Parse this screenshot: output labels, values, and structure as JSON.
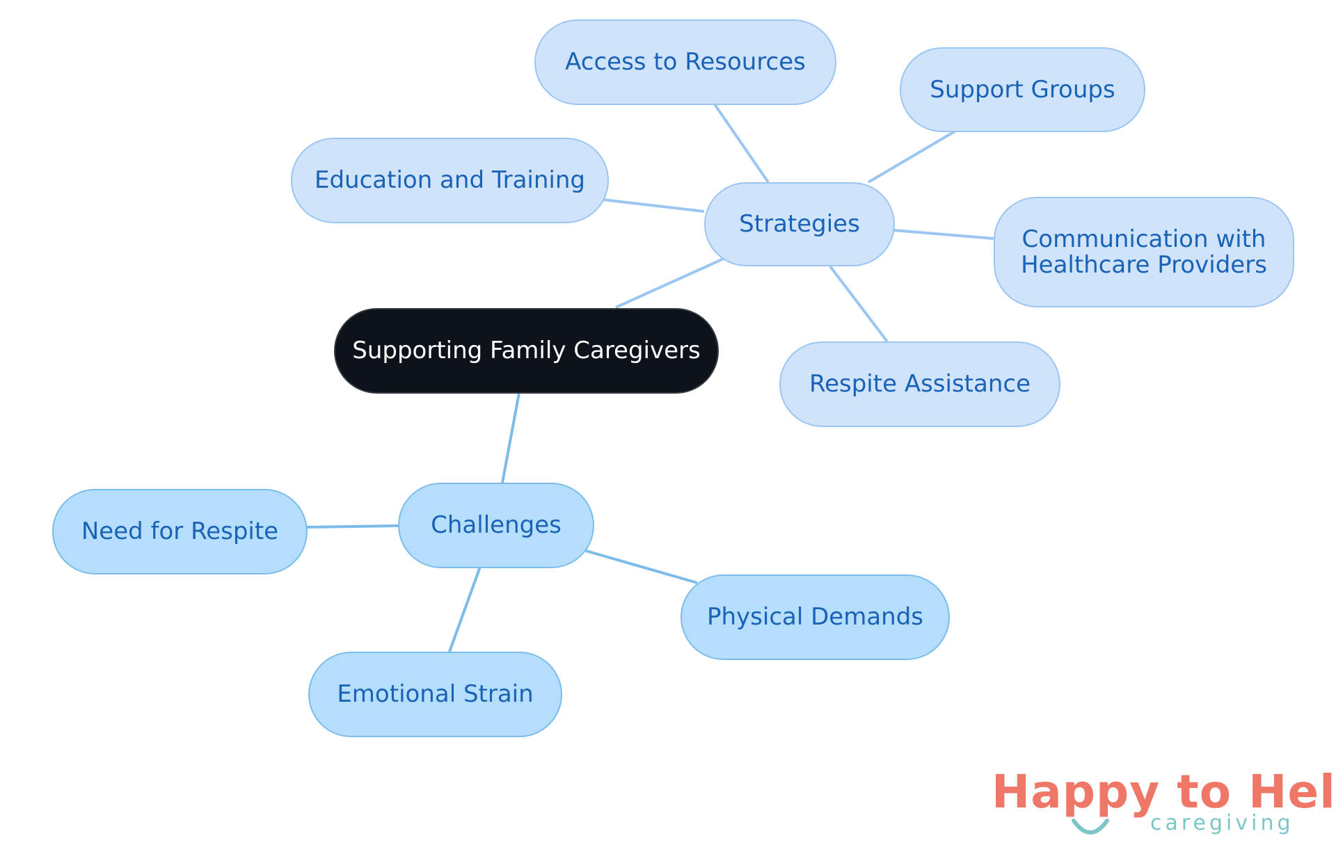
{
  "diagram": {
    "root": "Supporting Family Caregivers",
    "strategies": {
      "label": "Strategies",
      "children": [
        "Access to Resources",
        "Support Groups",
        "Education and Training",
        "Communication with\nHealthcare Providers",
        "Respite Assistance"
      ]
    },
    "challenges": {
      "label": "Challenges",
      "children": [
        "Need for Respite",
        "Physical Demands",
        "Emotional Strain"
      ]
    }
  },
  "logo": {
    "name": "Happy to Help",
    "tagline": "caregiving"
  },
  "colors": {
    "root_fill": "#0e131b",
    "strategy_fill": "#cfe3fb",
    "challenge_fill": "#b5defc",
    "node_text": "#1a62b6",
    "strategy_edge": "#9cc6f2",
    "challenge_edge": "#7cbcea",
    "logo_primary": "#ee7767",
    "logo_secondary": "#7cc6c8"
  }
}
